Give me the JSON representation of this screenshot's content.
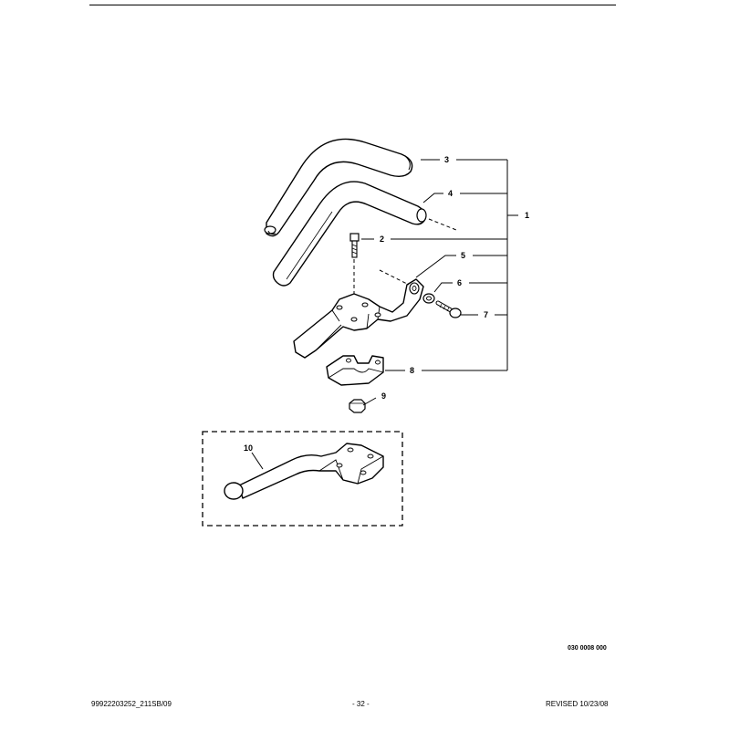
{
  "diagram": {
    "callouts": [
      {
        "id": "3",
        "label": "3"
      },
      {
        "id": "4",
        "label": "4"
      },
      {
        "id": "1",
        "label": "1"
      },
      {
        "id": "2",
        "label": "2"
      },
      {
        "id": "5",
        "label": "5"
      },
      {
        "id": "6",
        "label": "6"
      },
      {
        "id": "7",
        "label": "7"
      },
      {
        "id": "8",
        "label": "8"
      },
      {
        "id": "9",
        "label": "9"
      },
      {
        "id": "10",
        "label": "10"
      }
    ],
    "drawing_code": "030 0008 000"
  },
  "footer": {
    "doc_id": "99922203252_211SB/09",
    "page": "- 32 -",
    "revised": "REVISED 10/23/08"
  }
}
